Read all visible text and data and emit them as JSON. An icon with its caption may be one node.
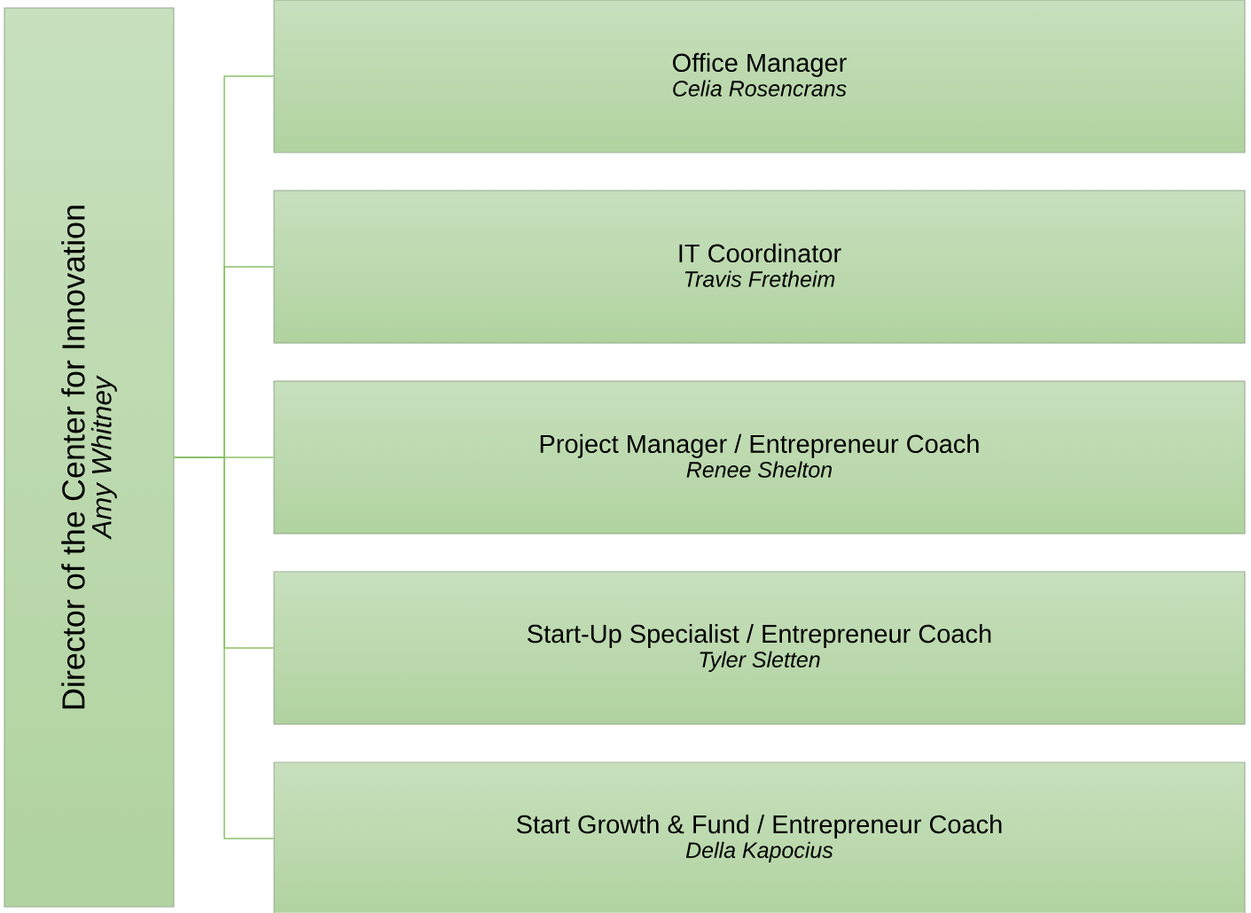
{
  "diagram": {
    "nodes": [
      {
        "text": [
          "Director of the Center for Innovation",
          "Amy Whitney"
        ]
      },
      {
        "text": [
          "Office Manager",
          "Celia Rosencrans"
        ]
      },
      {
        "text": [
          "IT Coordinator",
          "Travis Fretheim"
        ]
      },
      {
        "text": [
          "Project Manager / Entrepreneur Coach",
          "Renee Shelton"
        ]
      },
      {
        "text": [
          "Start-Up Specialist / Entrepreneur Coach",
          "Tyler Sletten"
        ]
      },
      {
        "text": [
          "Start Growth & Fund / Entrepreneur Coach",
          "Della Kapocius"
        ]
      }
    ],
    "edges": [
      {
        "from": 0,
        "to": 1,
        "arrow": "none"
      },
      {
        "from": 0,
        "to": 2,
        "arrow": "none"
      },
      {
        "from": 0,
        "to": 3,
        "arrow": "none"
      },
      {
        "from": 0,
        "to": 4,
        "arrow": "none"
      },
      {
        "from": 0,
        "to": 5,
        "arrow": "none"
      }
    ]
  }
}
